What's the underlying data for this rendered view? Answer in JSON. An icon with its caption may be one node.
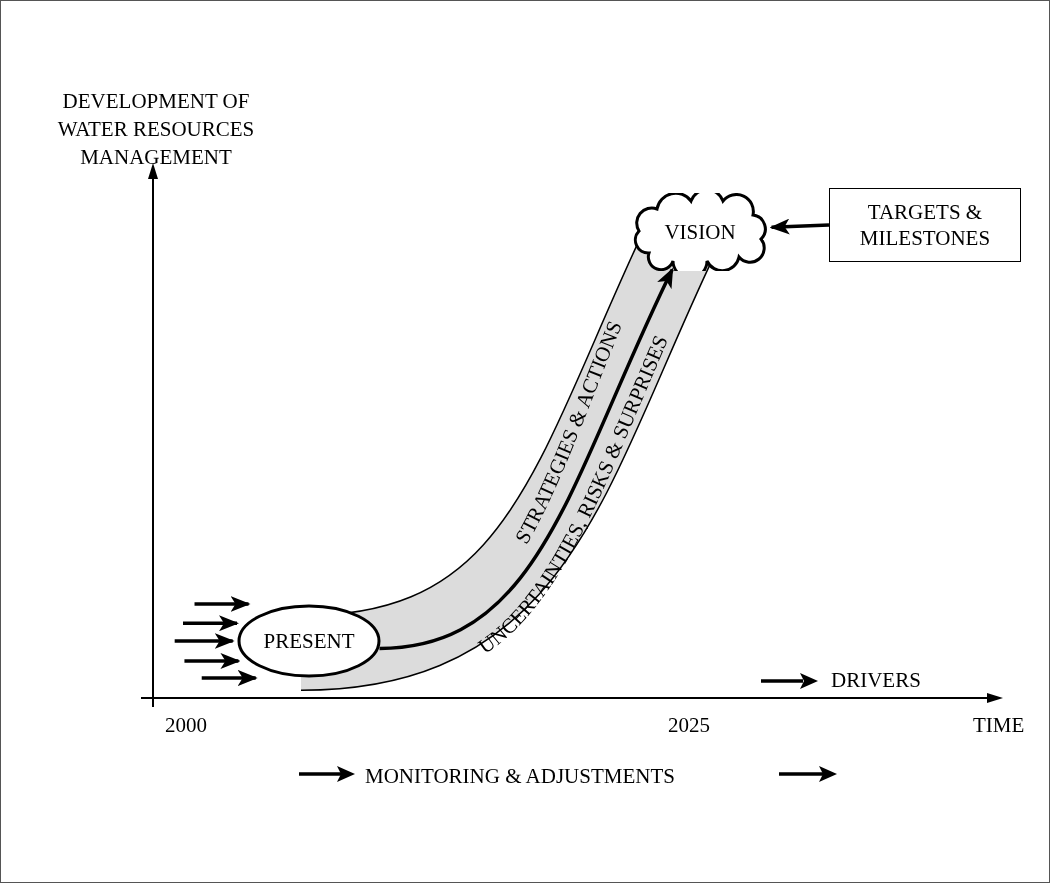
{
  "diagram": {
    "nodes": [
      {
        "text": [
          "PRESENT"
        ]
      },
      {
        "text": [
          "VISION"
        ]
      },
      {
        "text": [
          "TARGETS & MILESTONES"
        ]
      }
    ],
    "edges": [
      {
        "from": 0,
        "to": 1,
        "arrow": "to"
      },
      {
        "from": 2,
        "to": 1,
        "arrow": "to"
      },
      {
        "from": null,
        "to": 0,
        "arrow": "to"
      },
      {
        "from": null,
        "to": 0,
        "arrow": "to"
      },
      {
        "from": null,
        "to": 0,
        "arrow": "to"
      },
      {
        "from": null,
        "to": 0,
        "arrow": "to"
      },
      {
        "from": null,
        "to": 0,
        "arrow": "to"
      }
    ],
    "labels": [
      "DEVELOPMENT OF WATER RESOURCES MANAGEMENT",
      "STRATEGIES & ACTIONS",
      "UNCERTAINTIES, RISKS & SURPRISES",
      "2000",
      "2025",
      "TIME",
      "MONITORING & ADJUSTMENTS"
    ],
    "legend": [
      {
        "text": "DRIVERS"
      }
    ]
  }
}
